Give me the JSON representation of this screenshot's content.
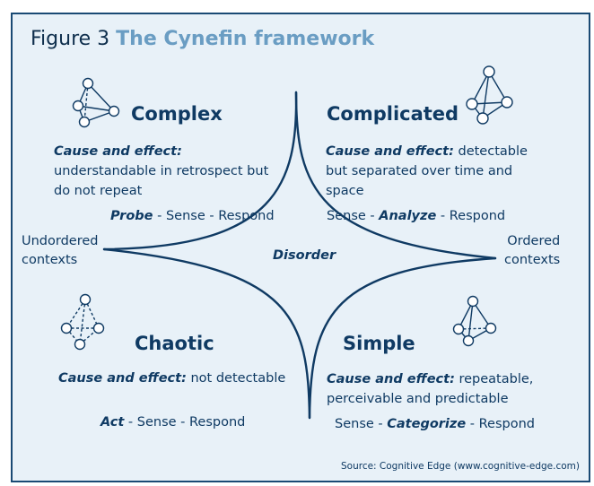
{
  "figure": {
    "number": "Figure 3",
    "title": "The Cynefin framework"
  },
  "domains": {
    "complex": {
      "heading": "Complex",
      "cause_label": "Cause and effect:",
      "cause_text": " understandable in retrospect but do not repeat",
      "resp_first": "Probe",
      "resp_rest": " - Sense - Respond",
      "icon": "network-icon"
    },
    "complicated": {
      "heading": "Complicated",
      "cause_label": "Cause and effect:",
      "cause_text": " detectable but separated over time and space",
      "resp_first": "Sense - ",
      "resp_mid": "Analyze",
      "resp_rest": " - Respond",
      "icon": "network-icon"
    },
    "chaotic": {
      "heading": "Chaotic",
      "cause_label": "Cause and effect:",
      "cause_text": " not detectable",
      "resp_first": "Act",
      "resp_rest": " - Sense - Respond",
      "icon": "network-icon"
    },
    "simple": {
      "heading": "Simple",
      "cause_label": "Cause and effect:",
      "cause_text": " repeatable, perceivable and predictable",
      "resp_first": "Sense - ",
      "resp_mid": "Categorize",
      "resp_rest": " - Respond",
      "icon": "network-icon"
    }
  },
  "center": {
    "label": "Disorder"
  },
  "contexts": {
    "left_line1": "Undordered",
    "left_line2": "contexts",
    "right_line1": "Ordered",
    "right_line2": "contexts"
  },
  "source": "Source: Cognitive Edge (www.cognitive-edge.com)",
  "colors": {
    "frame": "#1a4a74",
    "background": "#e8f1f8",
    "text": "#0f3a63",
    "title_accent": "#6a9dc3"
  }
}
